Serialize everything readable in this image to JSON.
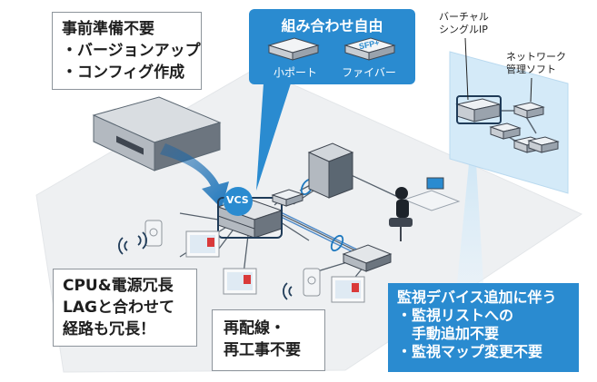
{
  "prep_box": {
    "line1": "事前準備不要",
    "line2": "・バージョンアップ",
    "line3": "・コンフィグ作成"
  },
  "combo": {
    "title": "組み合わせ自由",
    "small_port_label": "小ポート",
    "fiber_label": "ファイバー",
    "sfp_tag": "SFP+"
  },
  "virtual_ip": {
    "line1": "バーチャル",
    "line2": "シングルIP"
  },
  "nms": {
    "line1": "ネットワーク",
    "line2": "管理ソフト"
  },
  "vcs_label": "VCS",
  "cpu_box": {
    "line1": "CPU&電源冗長",
    "line2": "LAGと合わせて",
    "line3": "経路も冗長！"
  },
  "rewire_box": {
    "line1": "再配線・",
    "line2": "再工事不要"
  },
  "monitor_box": {
    "line1": "監視デバイス追加に伴う",
    "line2": "・監視リストへの",
    "line3": "　手動追加不要",
    "line4": "・監視マップ変更不要"
  },
  "colors": {
    "accent_blue": "#2a8bd0",
    "arrow_blue": "#1f79bf",
    "floor": "#eef0f2",
    "switch_dark": "#3f4650"
  }
}
